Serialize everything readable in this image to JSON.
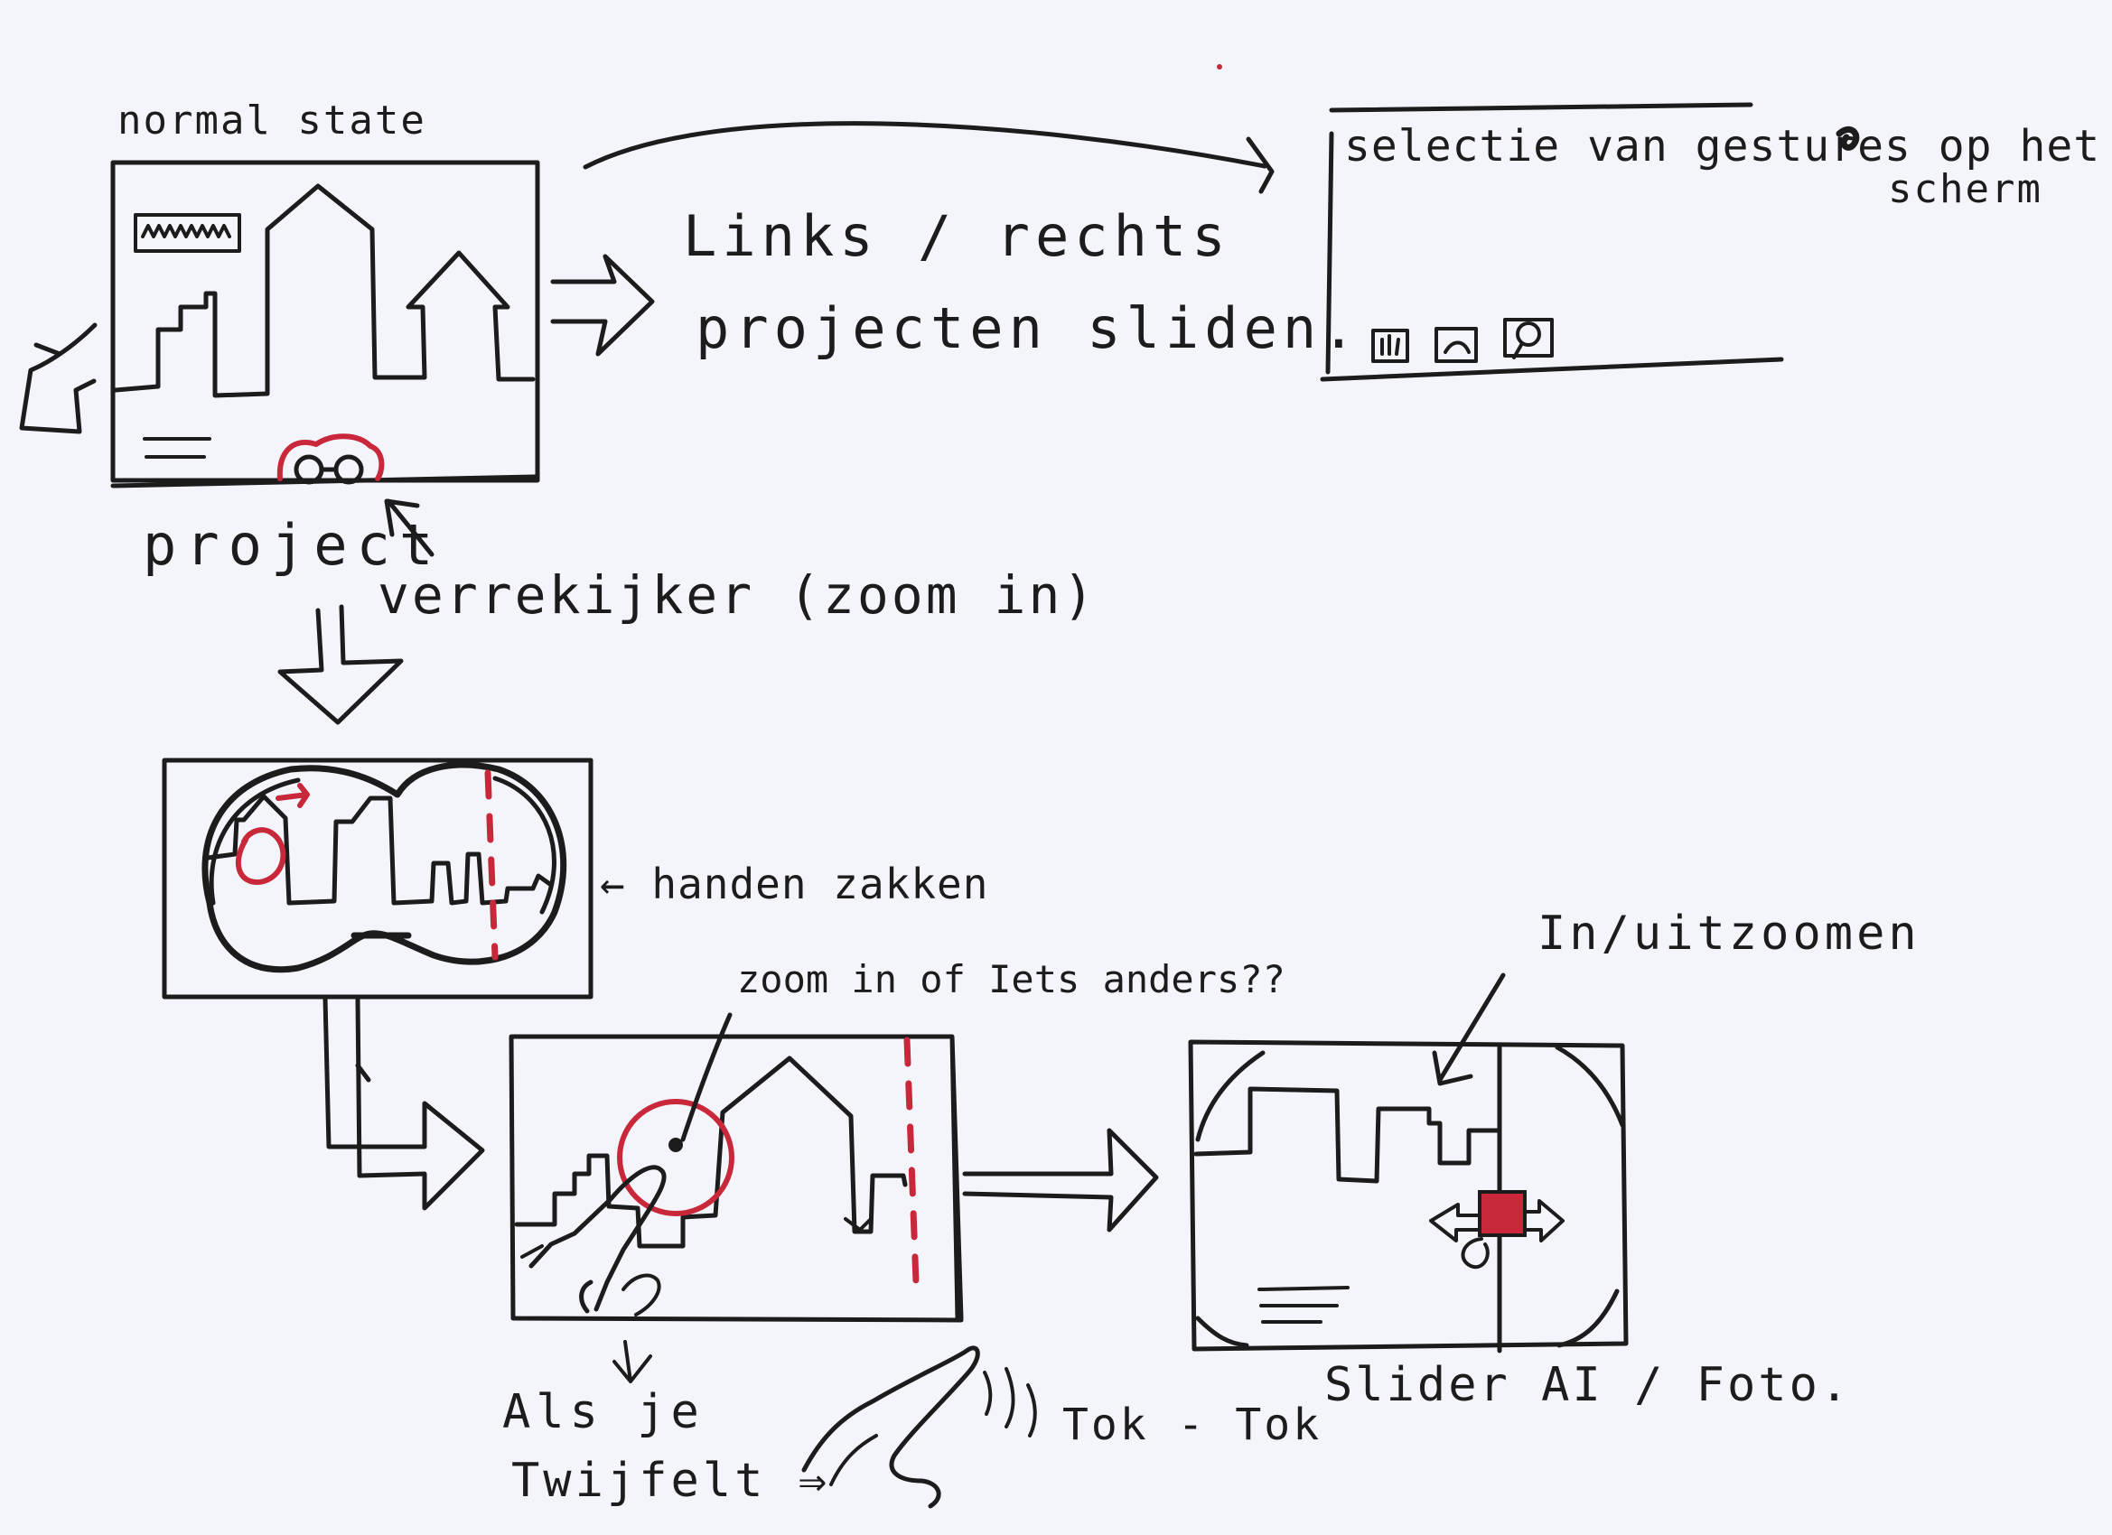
{
  "labels": {
    "normal_state": "normal state",
    "project": "project",
    "verrekijker": "verrekijker (zoom in)",
    "links_rechts_line1": "Links / rechts",
    "links_rechts_line2": "projecten sliden.",
    "selectie_line1": "selectie van gestures op het",
    "selectie_line2": "scherm",
    "handen_zakken": "← handen zakken",
    "zoom_in_of": "zoom in of Iets anders??",
    "in_uitzoomen": "In/uitzoomen",
    "als_je_line1": "Als je",
    "als_je_line2": "Twijfelt ⇒",
    "tok_tok": "Tok - Tok",
    "slider": "Slider AI / Foto."
  },
  "colors": {
    "ink": "#1c1c1c",
    "accent_red": "#c8283a",
    "paper": "#f4f5fb"
  }
}
